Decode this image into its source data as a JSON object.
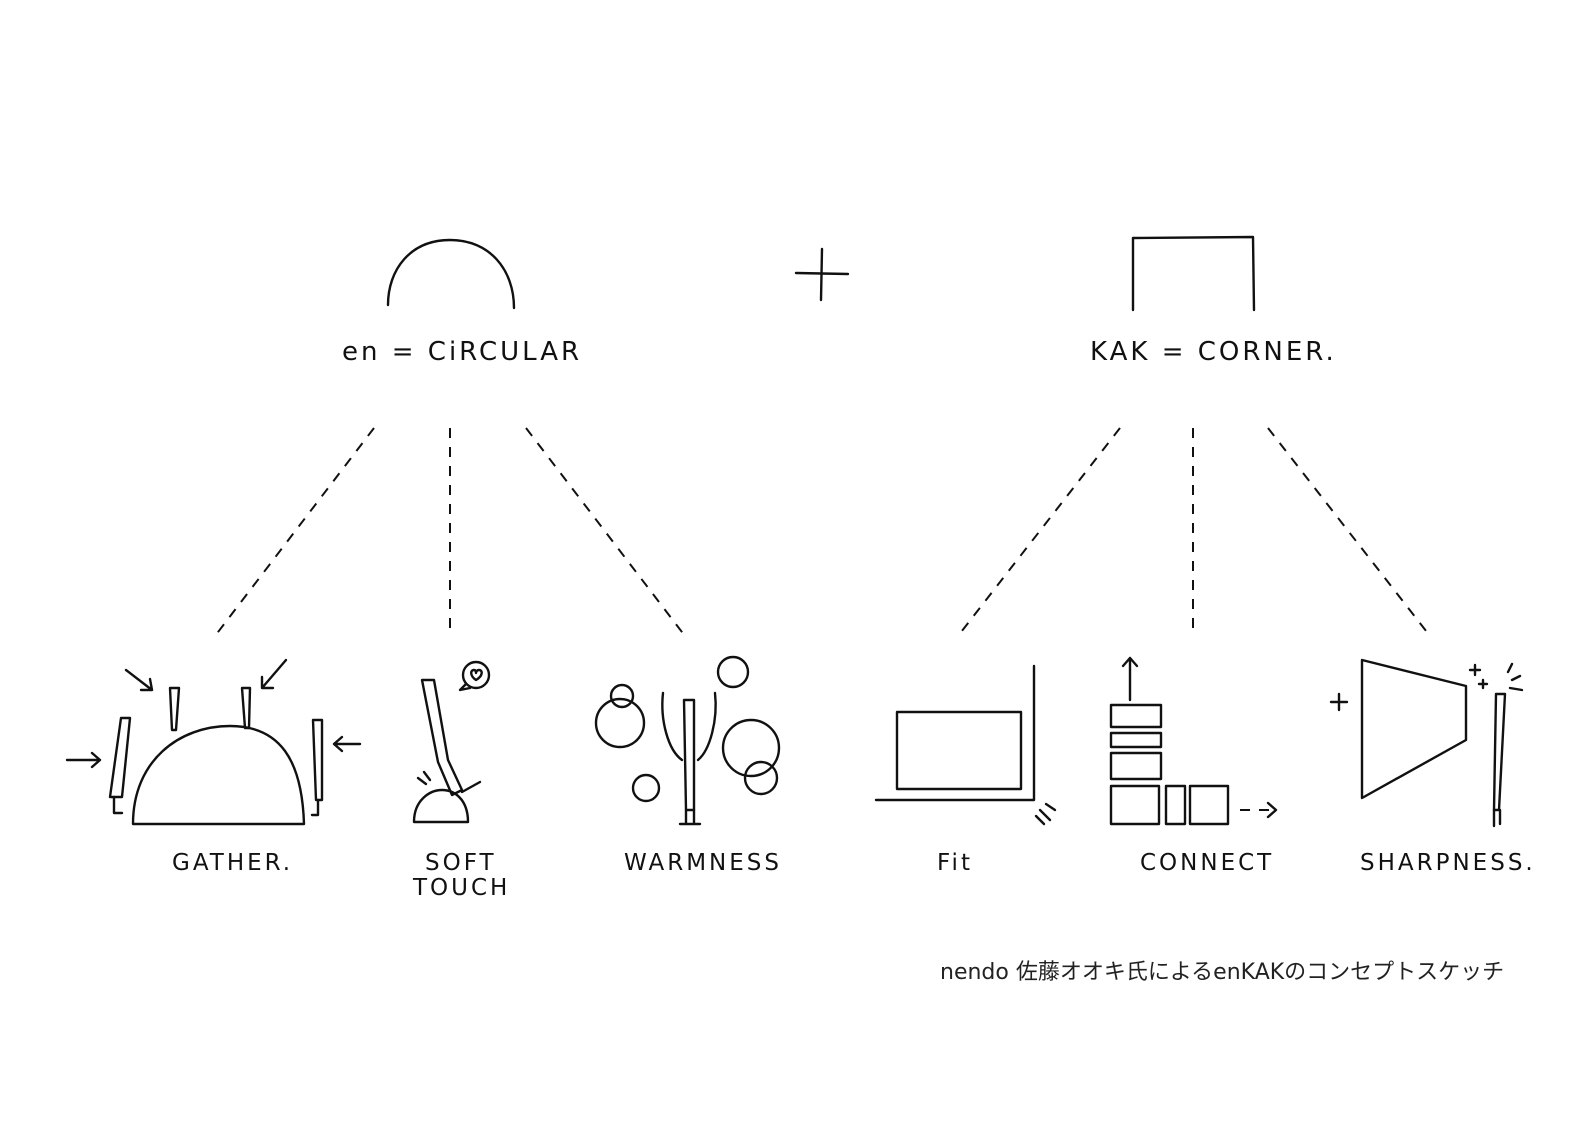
{
  "left_concept": {
    "label": "en = CiRCULAR",
    "children": [
      {
        "id": "gather",
        "label": "GATHER."
      },
      {
        "id": "soft-touch",
        "label_line1": "SOFT",
        "label_line2": "TOUCH"
      },
      {
        "id": "warmness",
        "label": "WARMNESS"
      }
    ]
  },
  "plus_icon": "plus-icon",
  "right_concept": {
    "label": "KAK = CORNER.",
    "children": [
      {
        "id": "fit",
        "label": "Fit"
      },
      {
        "id": "connect",
        "label": "CONNECT"
      },
      {
        "id": "sharpness",
        "label": "SHARPNESS."
      }
    ]
  },
  "caption": "nendo 佐藤オオキ氏によるenKAKのコンセプトスケッチ",
  "colors": {
    "ink": "#111111",
    "background": "#ffffff"
  }
}
